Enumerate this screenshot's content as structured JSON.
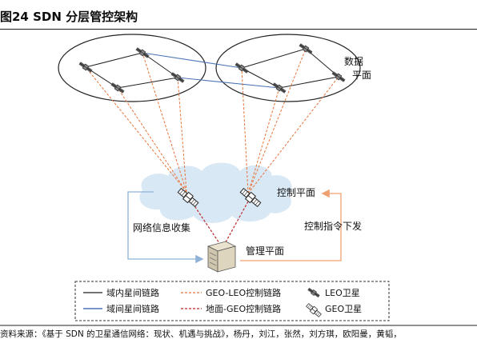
{
  "figure": {
    "title": "图24 SDN  分层管控架构",
    "data_plane_label": [
      "数据",
      "平面"
    ],
    "control_plane_label": "控制平面",
    "management_plane_label": "管理平面",
    "info_collect_label": "网络信息收集",
    "control_cmd_label": "控制指令下发"
  },
  "legend": {
    "items": [
      {
        "label": "域内星间链路",
        "style": "solid",
        "color": "#222222"
      },
      {
        "label": "域间星间链路",
        "style": "solid",
        "color": "#4a74b5"
      },
      {
        "label": "GEO-LEO控制链路",
        "style": "dashed",
        "color": "#e8743a"
      },
      {
        "label": "地面-GEO控制链路",
        "style": "dashed",
        "color": "#c0282a"
      },
      {
        "label": "LEO卫星",
        "style": "icon",
        "icon": "leo-satellite-icon"
      },
      {
        "label": "GEO卫星",
        "style": "icon",
        "icon": "geo-satellite-icon"
      }
    ]
  },
  "footnote": "资料来源：《基于 SDN 的卫星通信网络：现状、机遇与挑战》，杨丹，刘江，张然，刘方琪，欧阳曼，黄韬，"
}
